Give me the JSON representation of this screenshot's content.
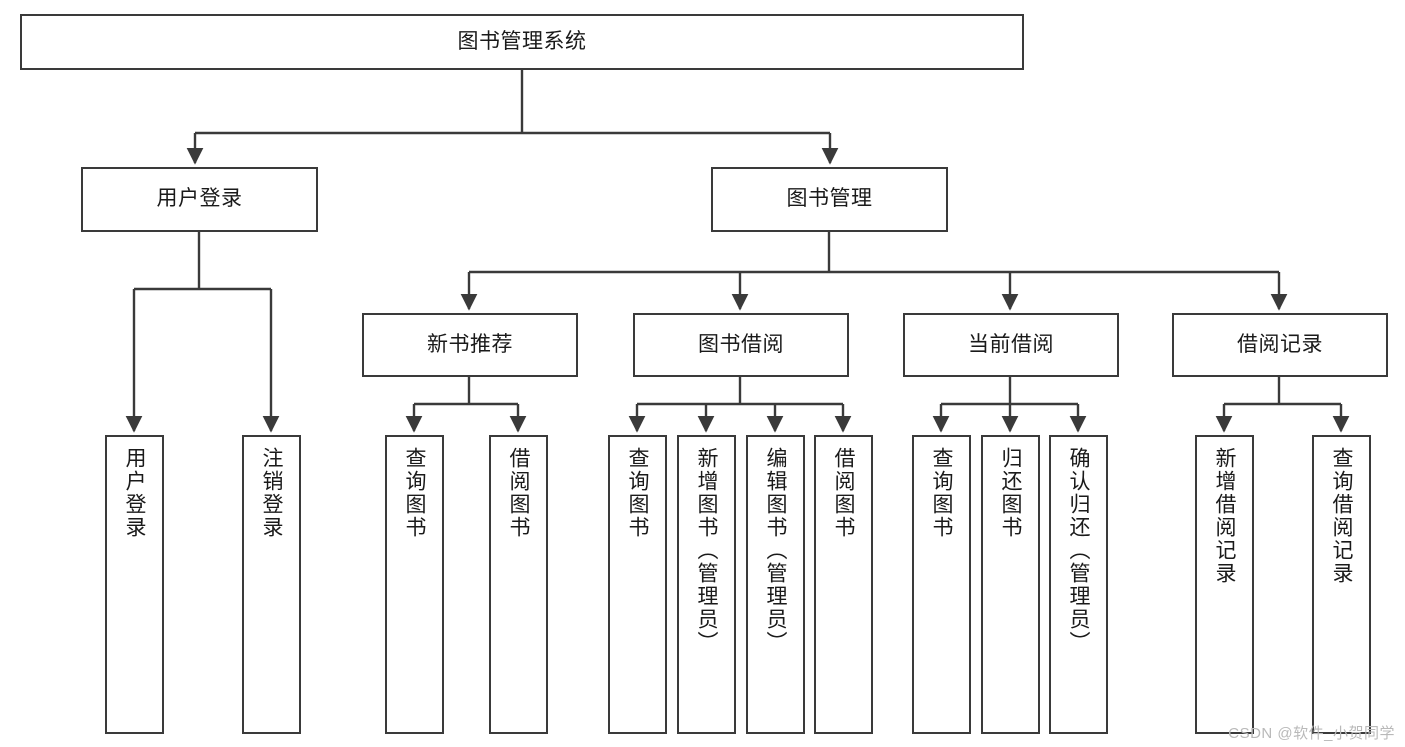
{
  "diagram": {
    "title": "图书管理系统",
    "type": "tree",
    "watermark": "CSDN @软件_小贺同学",
    "colors": {
      "box_border": "#3a3a3a",
      "box_fill": "#ffffff",
      "edge": "#3a3a3a",
      "text": "#1a1a1a",
      "watermark": "#b9b9b9",
      "background": "#ffffff"
    },
    "nodes": {
      "root": {
        "label": "图书管理系统"
      },
      "level2": [
        {
          "label": "用户登录"
        },
        {
          "label": "图书管理"
        }
      ],
      "level3": [
        {
          "label": "新书推荐"
        },
        {
          "label": "图书借阅"
        },
        {
          "label": "当前借阅"
        },
        {
          "label": "借阅记录"
        }
      ],
      "leaves": {
        "user_login": [
          {
            "label": "用户登录"
          },
          {
            "label": "注销登录"
          }
        ],
        "new_book_recommend": [
          {
            "label": "查询图书"
          },
          {
            "label": "借阅图书"
          }
        ],
        "book_borrow": [
          {
            "label": "查询图书"
          },
          {
            "label": "新增图书（管理员）"
          },
          {
            "label": "编辑图书（管理员）"
          },
          {
            "label": "借阅图书"
          }
        ],
        "current_borrow": [
          {
            "label": "查询图书"
          },
          {
            "label": "归还图书"
          },
          {
            "label": "确认归还（管理员）"
          }
        ],
        "borrow_record": [
          {
            "label": "新增借阅记录"
          },
          {
            "label": "查询借阅记录"
          }
        ]
      }
    }
  }
}
